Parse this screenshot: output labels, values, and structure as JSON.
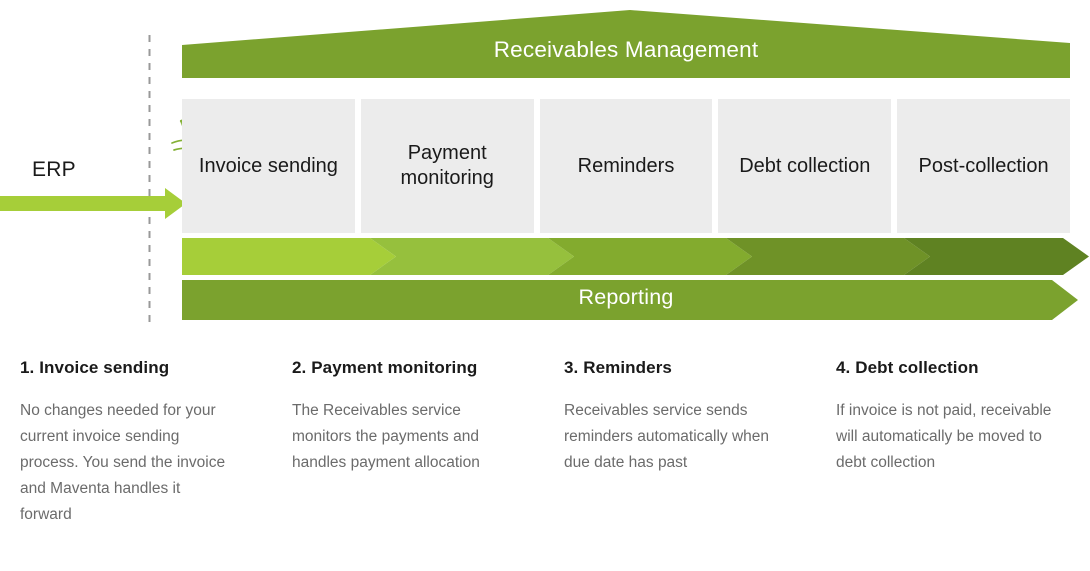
{
  "diagram": {
    "source_label": "ERP",
    "banner_title": "Receivables Management",
    "reporting_label": "Reporting",
    "icons": {
      "paper_plane": "paper-plane-icon",
      "flow_arrow": "flow-arrow-icon",
      "divider": "dashed-divider"
    },
    "steps": [
      {
        "label": "Invoice sending",
        "chevron_color": "#a6ce39"
      },
      {
        "label": "Payment monitoring",
        "chevron_color": "#96c03d"
      },
      {
        "label": "Reminders",
        "chevron_color": "#83ab2e"
      },
      {
        "label": "Debt collection",
        "chevron_color": "#6f9227"
      },
      {
        "label": "Post-collection",
        "chevron_color": "#5f8222"
      }
    ],
    "colors": {
      "banner_green": "#7ba22e",
      "reporting_green": "#7ba22e",
      "erp_arrow_green": "#a6ce39",
      "box_gray": "#ececec",
      "divider_gray": "#999999",
      "plane_green": "#84b135"
    }
  },
  "cards": [
    {
      "title": "1. Invoice sending",
      "body": "No changes needed for your current invoice sending process. You send the invoice and Maventa handles it forward"
    },
    {
      "title": "2. Payment monitoring",
      "body": "The Receivables service monitors the payments and handles payment allocation"
    },
    {
      "title": "3. Reminders",
      "body": "Receivables service sends reminders automatically when due date has past"
    },
    {
      "title": "4. Debt collection",
      "body": "If invoice is not paid, receivable will automatically be moved to debt collection"
    }
  ]
}
